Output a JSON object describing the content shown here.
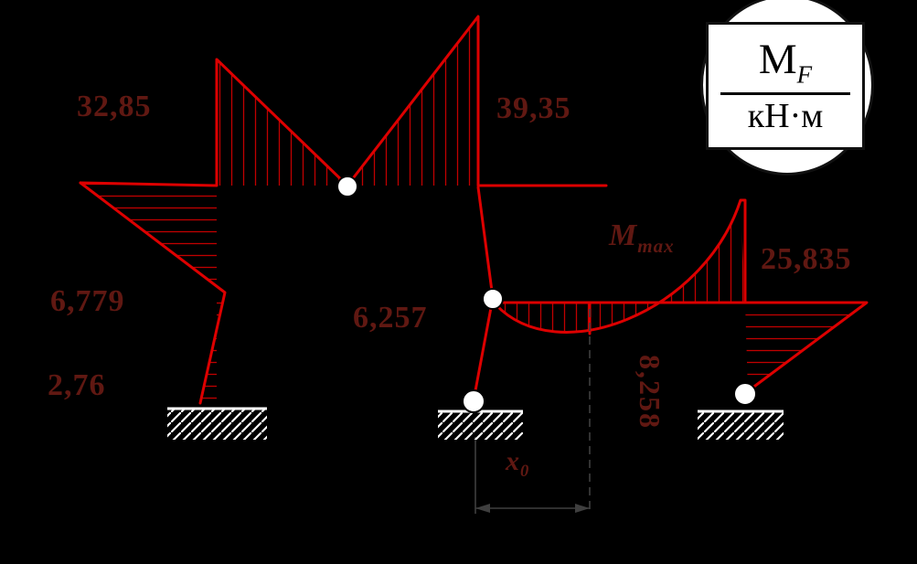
{
  "colors": {
    "background": "#000000",
    "diagram_red": "#dd0000",
    "hatch_red": "#c00000",
    "value_text": "#601812",
    "dimension_gray": "#3f3f3f",
    "support_hatch": "#ffffff"
  },
  "legend": {
    "numerator": "M",
    "numerator_sub": "F",
    "denominator": "кН·м"
  },
  "labels": {
    "moment_top_left": "32,85",
    "moment_top_right": "39,35",
    "moment_left_mid": "6,779",
    "moment_left_bottom": "2,76",
    "moment_mid_column": "6,257",
    "moment_right": "25,835",
    "moment_max_value": "8,258",
    "mmax_symbol": "M",
    "mmax_sub": "max",
    "x0_symbol": "x",
    "x0_sub": "0"
  },
  "chart_data": {
    "type": "bending-moment-diagram",
    "units": "кН·м",
    "quantity": "M_F",
    "ordinates_kNm": [
      32.85,
      39.35,
      6.779,
      2.76,
      6.257,
      25.835,
      8.258
    ],
    "notes": "frame bending moment diagram with three hatched supports, four hinge circles, max-moment ordinate at distance x0"
  }
}
